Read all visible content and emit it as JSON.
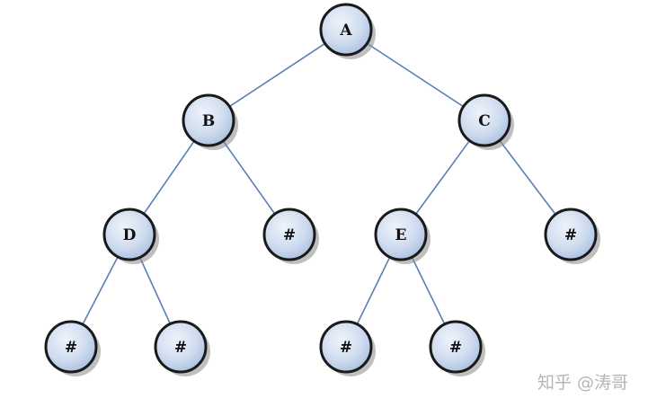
{
  "tree": {
    "nodes": [
      {
        "id": "A",
        "label": "A"
      },
      {
        "id": "B",
        "label": "B"
      },
      {
        "id": "C",
        "label": "C"
      },
      {
        "id": "D",
        "label": "D"
      },
      {
        "id": "B-null",
        "label": "#"
      },
      {
        "id": "E",
        "label": "E"
      },
      {
        "id": "C-null",
        "label": "#"
      },
      {
        "id": "D-null-left",
        "label": "#"
      },
      {
        "id": "D-null-right",
        "label": "#"
      },
      {
        "id": "E-null-left",
        "label": "#"
      },
      {
        "id": "E-null-right",
        "label": "#"
      }
    ],
    "edges": [
      [
        "A",
        "B"
      ],
      [
        "A",
        "C"
      ],
      [
        "B",
        "D"
      ],
      [
        "B",
        "B-null"
      ],
      [
        "C",
        "E"
      ],
      [
        "C",
        "C-null"
      ],
      [
        "D",
        "D-null-left"
      ],
      [
        "D",
        "D-null-right"
      ],
      [
        "E",
        "E-null-left"
      ],
      [
        "E",
        "E-null-right"
      ]
    ]
  },
  "watermark": "知乎 @涛哥"
}
